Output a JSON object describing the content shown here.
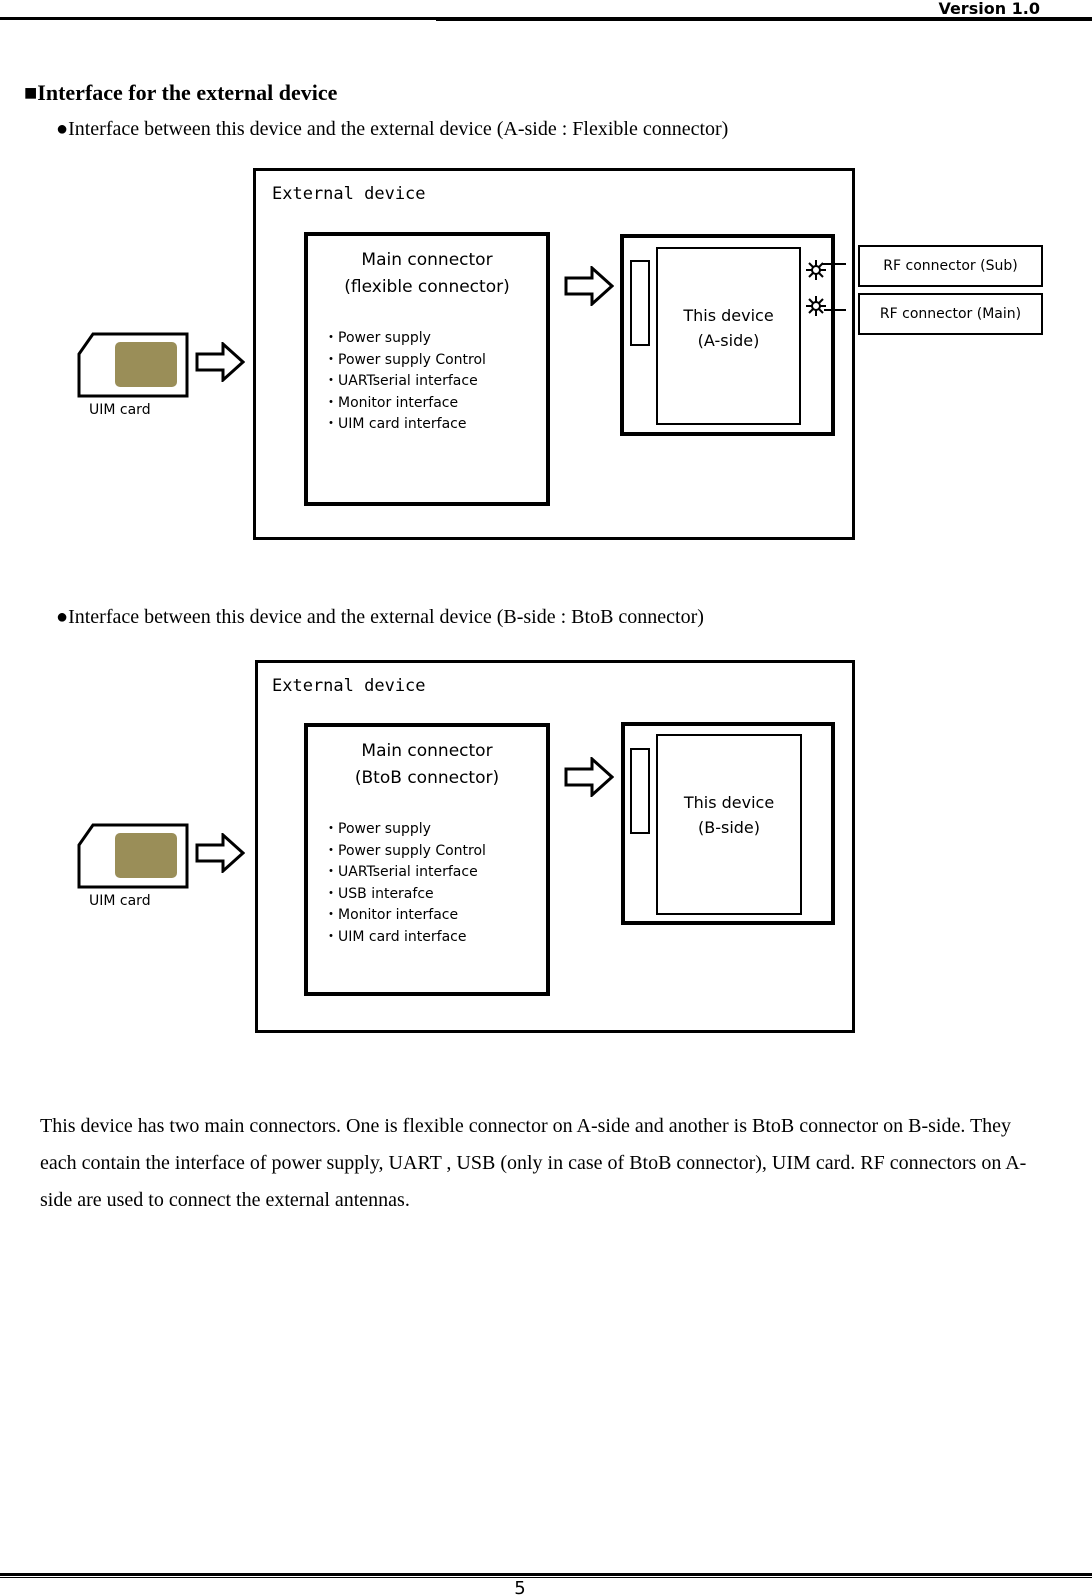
{
  "header": {
    "version": "Version 1.0"
  },
  "footer": {
    "page_number": "5"
  },
  "section": {
    "heading": "■Interface for the external device",
    "sub_a": "●Interface between this device and the external device (A-side : Flexible connector)",
    "sub_b": "●Interface between this device and the external device (B-side : BtoB connector)"
  },
  "diagram_a": {
    "external_label": "External device",
    "connector_title_1": "Main connector",
    "connector_title_2": "(flexible connector)",
    "items": [
      "・Power supply",
      "・Power supply Control",
      "・UARTserial interface",
      "・Monitor interface",
      "・UIM card interface"
    ],
    "device_line_1": "This device",
    "device_line_2": "(A-side)",
    "rf_sub": "RF connector (Sub)",
    "rf_main": "RF connector (Main)",
    "uim_label": "UIM card"
  },
  "diagram_b": {
    "external_label": "External device",
    "connector_title_1": "Main connector",
    "connector_title_2": "(BtoB connector)",
    "items": [
      "・Power supply",
      "・Power supply Control",
      "・UARTserial interface",
      "・USB interafce",
      "・Monitor interface",
      "・UIM card interface"
    ],
    "device_line_1": "This device",
    "device_line_2": "(B-side)",
    "uim_label": "UIM card"
  },
  "paragraph": "This device has two main connectors. One is flexible connector on A-side and another is BtoB connector on B-side. They each contain the interface of power supply, UART , USB (only in case of BtoB connector), UIM card. RF connectors on A-side are used to connect the external antennas.",
  "colors": {
    "sim_chip": "#9a8e58",
    "line": "#000000"
  },
  "icons": [
    "sim-card-icon",
    "hollow-arrow-right-icon",
    "antenna-starburst-icon"
  ]
}
